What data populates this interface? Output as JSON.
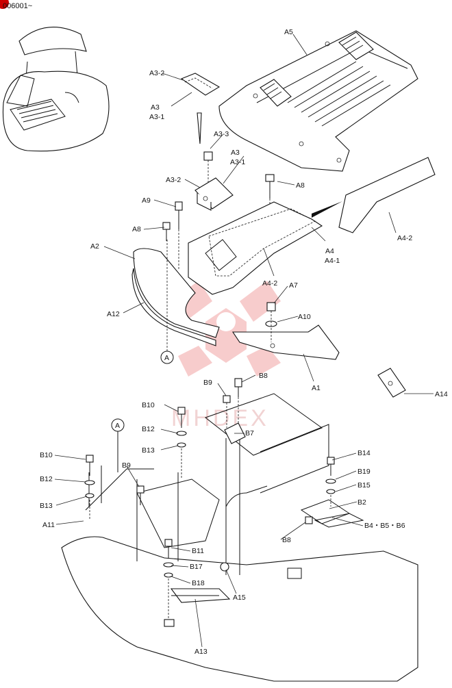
{
  "header": {
    "serial": "006001~",
    "badge_color": "#cc0000"
  },
  "watermark": {
    "text": "MHDEX",
    "color": "#f4b9b9"
  },
  "labels": {
    "A1": "A1",
    "A2": "A2",
    "A3_2_top": "A3-2",
    "A3_top": "A3",
    "A3_1_top": "A3-1",
    "A3_3": "A3-3",
    "A3_mid": "A3",
    "A3_1_mid": "A3-1",
    "A3_2_mid": "A3-2",
    "A4": "A4",
    "A4_1": "A4-1",
    "A4_2": "A4-2",
    "A4_2_inner": "A4-2",
    "A5": "A5",
    "A7": "A7",
    "A8_top": "A8",
    "A8_left": "A8",
    "A9": "A9",
    "A10": "A10",
    "A11": "A11",
    "A12": "A12",
    "A13": "A13",
    "A14": "A14",
    "A15": "A15",
    "B2": "B2",
    "B4_B5_B6": "B4・B5・B6",
    "B7": "B7",
    "B8_top": "B8",
    "B8_bottom": "B8",
    "B9_top": "B9",
    "B9_left": "B9",
    "B10_mid": "B10",
    "B10_left": "B10",
    "B11": "B11",
    "B12_mid": "B12",
    "B12_left": "B12",
    "B13_mid": "B13",
    "B13_left": "B13",
    "B14": "B14",
    "B15": "B15",
    "B17": "B17",
    "B18": "B18",
    "B19": "B19",
    "ref_A_top": "A",
    "ref_A_bottom": "A"
  }
}
